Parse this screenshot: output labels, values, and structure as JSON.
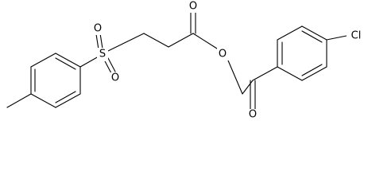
{
  "structure": {
    "atoms": {
      "sulfur": "S",
      "sulfonyl_oxygen_top": "O",
      "sulfonyl_oxygen_bottom": "O",
      "carbonyl_oxygen_ester": "O",
      "ester_oxygen": "O",
      "ketone_oxygen": "O",
      "chlorine": "Cl"
    },
    "colors": {
      "bond": "#000000",
      "label": "#000000",
      "background": "#ffffff"
    }
  }
}
